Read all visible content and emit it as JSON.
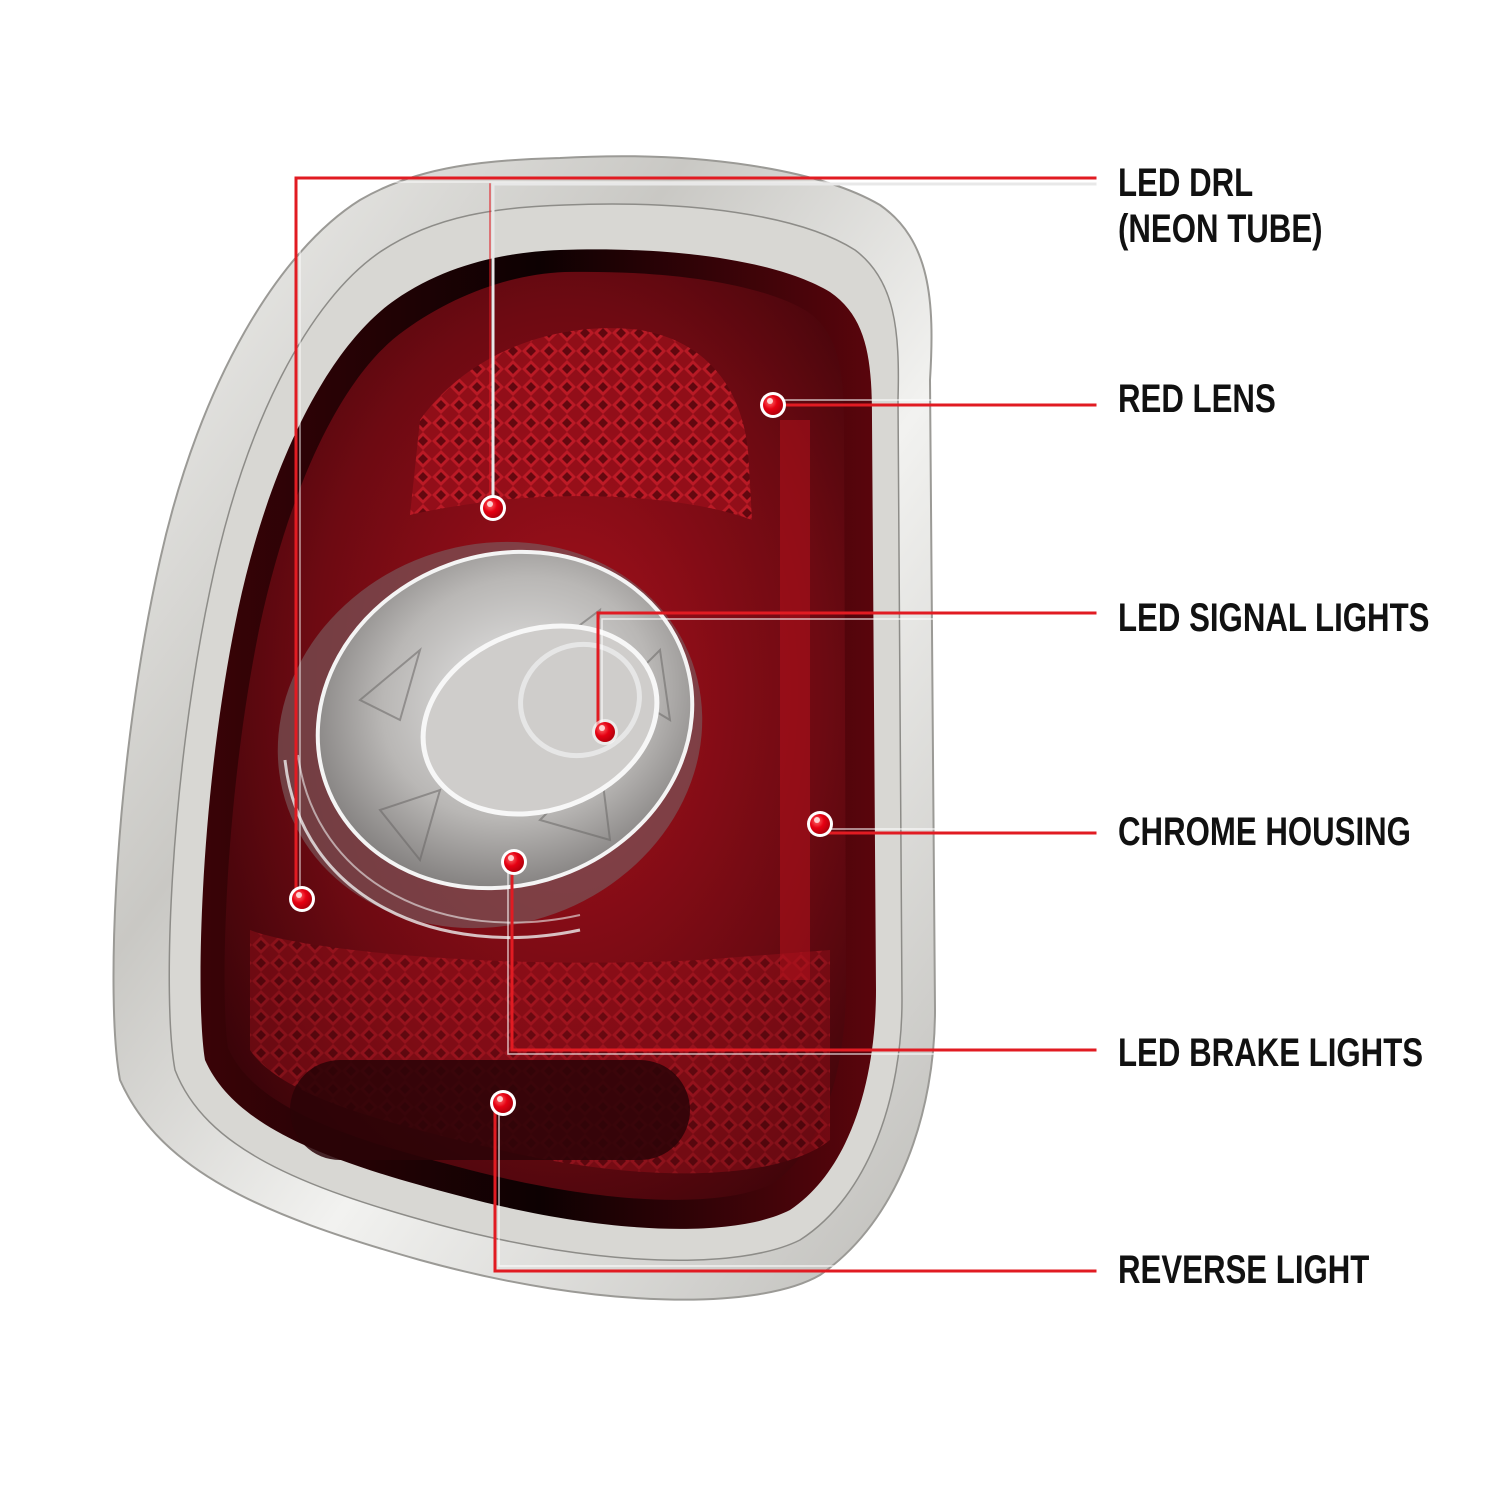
{
  "diagram": {
    "subject": "tail light assembly",
    "accent_color": "#e11b22",
    "callouts": [
      {
        "id": "drl",
        "line1": "LED DRL",
        "line2": "(NEON TUBE)"
      },
      {
        "id": "red-lens",
        "line1": "RED LENS"
      },
      {
        "id": "signal",
        "line1": "LED SIGNAL LIGHTS"
      },
      {
        "id": "chrome",
        "line1": "CHROME HOUSING"
      },
      {
        "id": "brake",
        "line1": "LED BRAKE LIGHTS"
      },
      {
        "id": "reverse",
        "line1": "REVERSE LIGHT"
      }
    ]
  }
}
